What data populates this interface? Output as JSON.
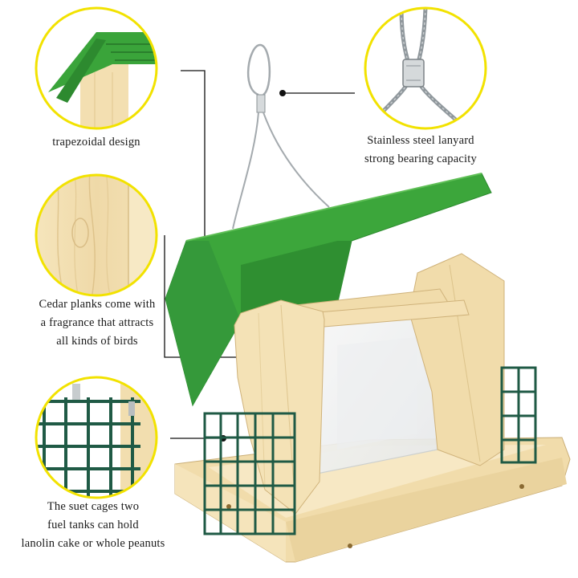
{
  "colors": {
    "circle_border": "#f2e200",
    "roof_green": "#3aa43a",
    "roof_green_dark": "#2d8a2f",
    "wood": "#f0ddb0",
    "wood_dark": "#d9bd86",
    "cage_green": "#1f5a45",
    "wire": "#9aa0a4",
    "leader_line": "#111111"
  },
  "callouts": {
    "roof": {
      "icon": "green-roof-closeup",
      "lines": [
        "trapezoidal design"
      ]
    },
    "lanyard": {
      "icon": "steel-cable-closeup",
      "lines": [
        "Stainless steel lanyard",
        "strong bearing capacity"
      ]
    },
    "cedar": {
      "icon": "cedar-wood-grain-closeup",
      "lines": [
        "Cedar planks come with",
        "a fragrance that attracts",
        "all kinds of birds"
      ]
    },
    "suet": {
      "icon": "suet-cage-closeup",
      "lines": [
        "The suet cages two",
        "fuel tanks can hold",
        "lanolin cake or whole peanuts"
      ]
    }
  }
}
